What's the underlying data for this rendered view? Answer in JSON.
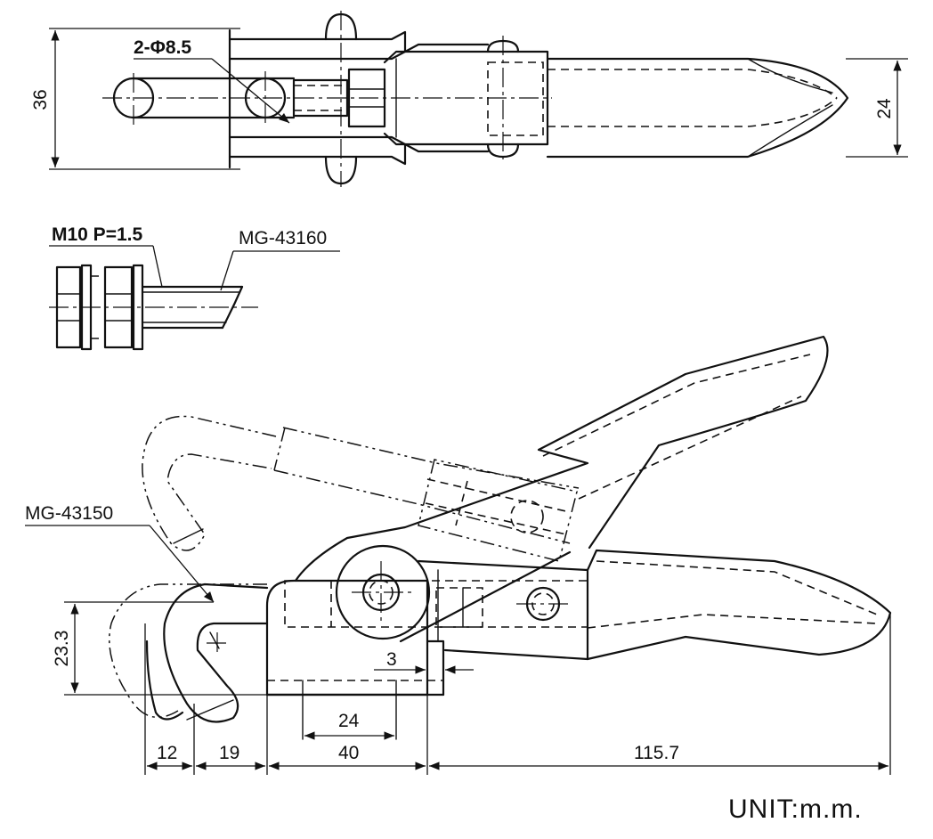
{
  "drawing": {
    "labels": {
      "hole_spec": "2-Φ8.5",
      "thread_spec": "M10 P=1.5",
      "part_bolt": "MG-43160",
      "part_hook": "MG-43150",
      "unit": "UNIT:m.m."
    },
    "dimensions": {
      "top_height": "36",
      "handle_width": "24",
      "hook_height": "23.3",
      "gap": "3",
      "len_12": "12",
      "len_19": "19",
      "len_40": "40",
      "len_24": "24",
      "len_115_7": "115.7"
    }
  }
}
